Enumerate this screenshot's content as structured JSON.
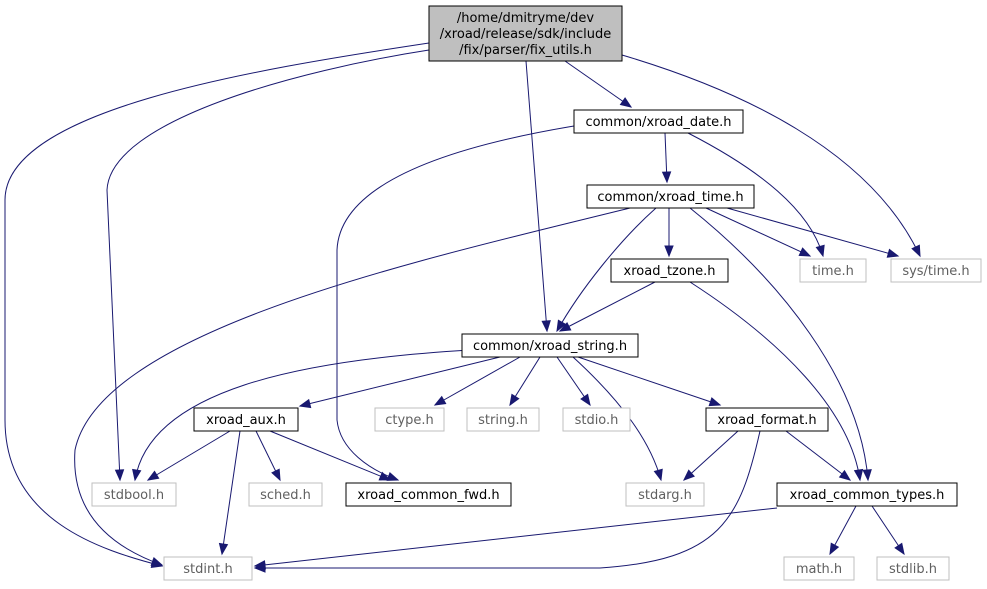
{
  "graph": {
    "nodes": [
      {
        "id": "root",
        "lines": [
          "/home/dmitryme/dev",
          "/xroad/release/sdk/include",
          "/fix/parser/fix_utils.h"
        ],
        "kind": "root"
      },
      {
        "id": "xroad_date",
        "lines": [
          "common/xroad_date.h"
        ],
        "kind": "local"
      },
      {
        "id": "xroad_time",
        "lines": [
          "common/xroad_time.h"
        ],
        "kind": "local"
      },
      {
        "id": "xroad_tzone",
        "lines": [
          "xroad_tzone.h"
        ],
        "kind": "local"
      },
      {
        "id": "time_h",
        "lines": [
          "time.h"
        ],
        "kind": "system"
      },
      {
        "id": "sys_time_h",
        "lines": [
          "sys/time.h"
        ],
        "kind": "system"
      },
      {
        "id": "xroad_string",
        "lines": [
          "common/xroad_string.h"
        ],
        "kind": "local"
      },
      {
        "id": "xroad_aux",
        "lines": [
          "xroad_aux.h"
        ],
        "kind": "local"
      },
      {
        "id": "ctype_h",
        "lines": [
          "ctype.h"
        ],
        "kind": "system"
      },
      {
        "id": "string_h",
        "lines": [
          "string.h"
        ],
        "kind": "system"
      },
      {
        "id": "stdio_h",
        "lines": [
          "stdio.h"
        ],
        "kind": "system"
      },
      {
        "id": "xroad_format",
        "lines": [
          "xroad_format.h"
        ],
        "kind": "local"
      },
      {
        "id": "stdbool_h",
        "lines": [
          "stdbool.h"
        ],
        "kind": "system"
      },
      {
        "id": "sched_h",
        "lines": [
          "sched.h"
        ],
        "kind": "system"
      },
      {
        "id": "xroad_common_fwd",
        "lines": [
          "xroad_common_fwd.h"
        ],
        "kind": "local"
      },
      {
        "id": "stdarg_h",
        "lines": [
          "stdarg.h"
        ],
        "kind": "system"
      },
      {
        "id": "xroad_common_types",
        "lines": [
          "xroad_common_types.h"
        ],
        "kind": "local"
      },
      {
        "id": "stdint_h",
        "lines": [
          "stdint.h"
        ],
        "kind": "system"
      },
      {
        "id": "math_h",
        "lines": [
          "math.h"
        ],
        "kind": "system"
      },
      {
        "id": "stdlib_h",
        "lines": [
          "stdlib.h"
        ],
        "kind": "system"
      }
    ],
    "edges": [
      {
        "from": "root",
        "to": "xroad_date"
      },
      {
        "from": "root",
        "to": "sys_time_h"
      },
      {
        "from": "root",
        "to": "xroad_string"
      },
      {
        "from": "root",
        "to": "stdbool_h"
      },
      {
        "from": "root",
        "to": "stdint_h"
      },
      {
        "from": "xroad_date",
        "to": "xroad_time"
      },
      {
        "from": "xroad_date",
        "to": "time_h"
      },
      {
        "from": "xroad_date",
        "to": "xroad_common_fwd"
      },
      {
        "from": "xroad_time",
        "to": "xroad_tzone"
      },
      {
        "from": "xroad_time",
        "to": "time_h"
      },
      {
        "from": "xroad_time",
        "to": "sys_time_h"
      },
      {
        "from": "xroad_time",
        "to": "xroad_string"
      },
      {
        "from": "xroad_time",
        "to": "xroad_common_types"
      },
      {
        "from": "xroad_time",
        "to": "stdint_h"
      },
      {
        "from": "xroad_tzone",
        "to": "xroad_string"
      },
      {
        "from": "xroad_tzone",
        "to": "xroad_common_types"
      },
      {
        "from": "xroad_string",
        "to": "xroad_aux"
      },
      {
        "from": "xroad_string",
        "to": "ctype_h"
      },
      {
        "from": "xroad_string",
        "to": "string_h"
      },
      {
        "from": "xroad_string",
        "to": "stdio_h"
      },
      {
        "from": "xroad_string",
        "to": "xroad_format"
      },
      {
        "from": "xroad_string",
        "to": "stdarg_h"
      },
      {
        "from": "xroad_string",
        "to": "stdbool_h"
      },
      {
        "from": "xroad_aux",
        "to": "stdbool_h"
      },
      {
        "from": "xroad_aux",
        "to": "sched_h"
      },
      {
        "from": "xroad_aux",
        "to": "xroad_common_fwd"
      },
      {
        "from": "xroad_aux",
        "to": "stdint_h"
      },
      {
        "from": "xroad_format",
        "to": "stdarg_h"
      },
      {
        "from": "xroad_format",
        "to": "xroad_common_types"
      },
      {
        "from": "xroad_format",
        "to": "stdint_h"
      },
      {
        "from": "xroad_common_types",
        "to": "stdint_h"
      },
      {
        "from": "xroad_common_types",
        "to": "math_h"
      },
      {
        "from": "xroad_common_types",
        "to": "stdlib_h"
      }
    ]
  }
}
